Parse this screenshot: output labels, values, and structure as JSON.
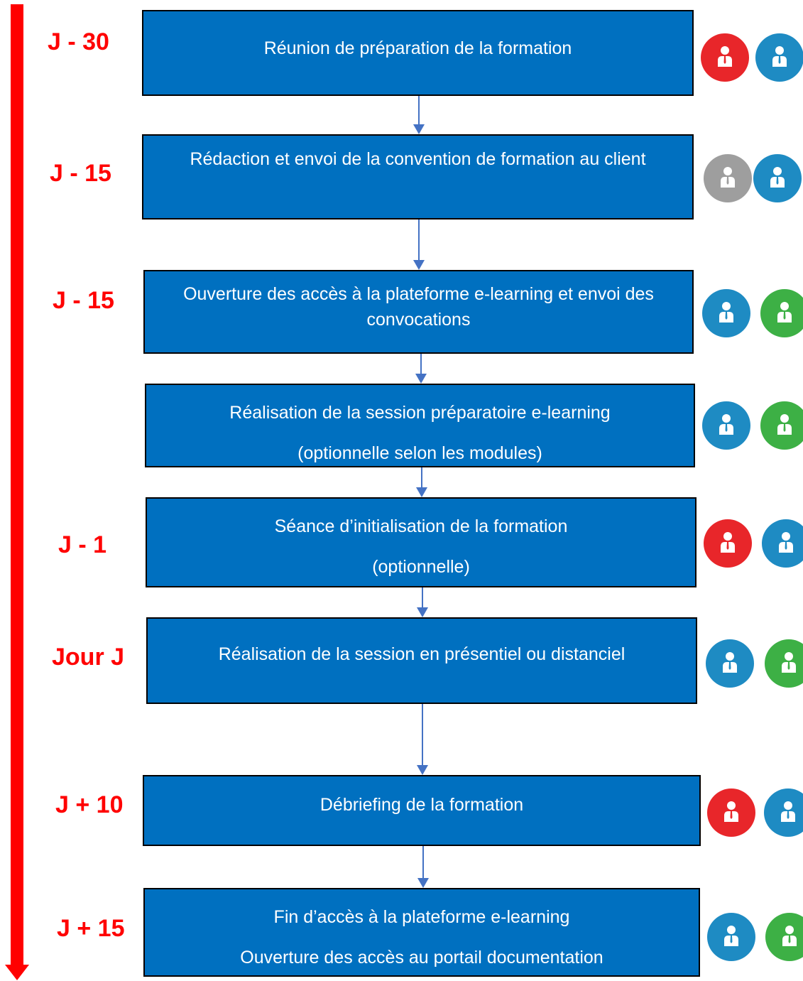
{
  "colors": {
    "timeline": "#ff0000",
    "box_fill": "#0070c0",
    "box_border": "#000000",
    "connector": "#4472c4",
    "avatar_red": "#e8262a",
    "avatar_blue": "#1e8bc3",
    "avatar_grey": "#9e9e9e",
    "avatar_green": "#3db045"
  },
  "steps": [
    {
      "day": "J - 30",
      "lines": [
        "Réunion de préparation de la formation"
      ],
      "avatars": [
        "red-user-icon",
        "blue-user-icon"
      ]
    },
    {
      "day": "J - 15",
      "lines": [
        "Rédaction et envoi de la convention de formation au client"
      ],
      "avatars": [
        "grey-user-icon",
        "blue-user-icon"
      ]
    },
    {
      "day": "J - 15",
      "lines": [
        "Ouverture des accès à la plateforme e-learning et envoi des convocations"
      ],
      "avatars": [
        "blue-user-icon",
        "green-user-icon"
      ]
    },
    {
      "day": "",
      "lines": [
        "Réalisation de la session préparatoire e-learning",
        "(optionnelle selon les modules)"
      ],
      "avatars": [
        "blue-user-icon",
        "green-user-icon"
      ]
    },
    {
      "day": "J - 1",
      "lines": [
        "Séance d’initialisation de la formation",
        "(optionnelle)"
      ],
      "avatars": [
        "red-user-icon",
        "blue-user-icon"
      ]
    },
    {
      "day": "Jour J",
      "lines": [
        "Réalisation de la session en présentiel ou distanciel"
      ],
      "avatars": [
        "blue-user-icon",
        "green-user-icon"
      ]
    },
    {
      "day": "J + 10",
      "lines": [
        "Débriefing de la formation"
      ],
      "avatars": [
        "red-user-icon",
        "blue-user-icon"
      ]
    },
    {
      "day": "J + 15",
      "lines": [
        "Fin d’accès à la plateforme e-learning",
        "Ouverture des accès au portail documentation"
      ],
      "avatars": [
        "blue-user-icon",
        "green-user-icon"
      ]
    }
  ]
}
